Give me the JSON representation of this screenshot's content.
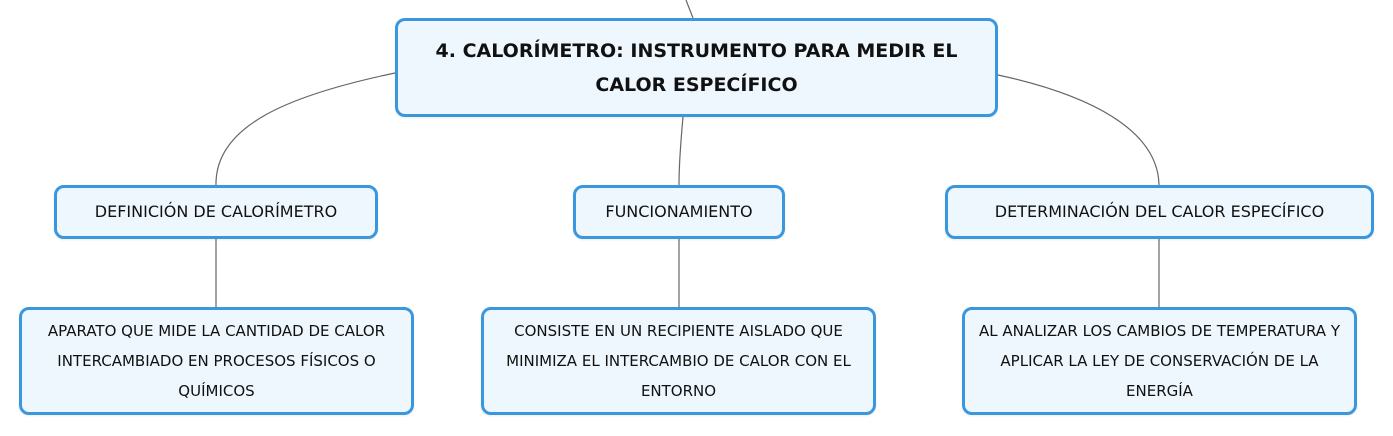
{
  "diagram": {
    "root": {
      "title": "4. CALORÍMETRO: INSTRUMENTO PARA MEDIR EL CALOR ESPECÍFICO"
    },
    "branches": [
      {
        "label": "DEFINICIÓN DE CALORÍMETRO",
        "detail": "APARATO QUE MIDE LA CANTIDAD DE CALOR INTERCAMBIADO EN PROCESOS FÍSICOS O QUÍMICOS"
      },
      {
        "label": "FUNCIONAMIENTO",
        "detail": "CONSISTE EN UN RECIPIENTE AISLADO QUE MINIMIZA EL INTERCAMBIO DE CALOR CON EL ENTORNO"
      },
      {
        "label": "DETERMINACIÓN DEL CALOR ESPECÍFICO",
        "detail": "AL ANALIZAR LOS CAMBIOS DE TEMPERATURA Y APLICAR LA LEY DE CONSERVACIÓN DE LA ENERGÍA"
      }
    ],
    "colors": {
      "node_border": "#3a97de",
      "node_fill": "#eef7fd",
      "connector": "#666666",
      "text": "#111111"
    }
  }
}
